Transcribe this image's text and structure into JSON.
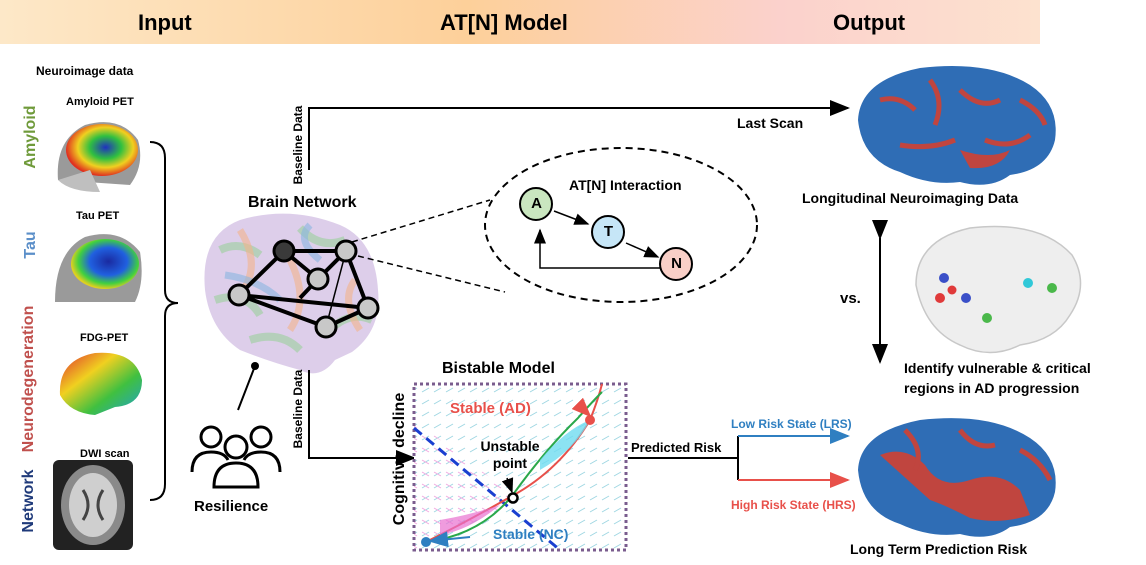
{
  "header": {
    "input": "Input",
    "model": "AT[N] Model",
    "output": "Output"
  },
  "input_panel": {
    "title": "Neuroimage data",
    "modalities": [
      {
        "axis_label": "Amyloid",
        "scan": "Amyloid PET",
        "color": "#6f9a3a"
      },
      {
        "axis_label": "Tau",
        "scan": "Tau PET",
        "color": "#5b8fc9"
      },
      {
        "axis_label": "Neurodegeneration",
        "scan": "FDG-PET",
        "color": "#c0504d"
      },
      {
        "axis_label": "Network",
        "scan": "DWI scan",
        "color": "#1f3a7a"
      }
    ]
  },
  "brain_network": {
    "title": "Brain Network"
  },
  "resilience": {
    "label": "Resilience"
  },
  "baseline_top": "Baseline Data",
  "baseline_bottom": "Baseline Data",
  "last_scan": "Last Scan",
  "interaction": {
    "title": "AT[N] Interaction",
    "nodes": [
      {
        "label": "A",
        "color": "#c9e6bf"
      },
      {
        "label": "T",
        "color": "#c6e6f7"
      },
      {
        "label": "N",
        "color": "#f9cfc7"
      }
    ]
  },
  "bistable": {
    "title": "Bistable Model",
    "ylabel": "Cognitive decline",
    "stable_ad": "Stable (AD)",
    "unstable_line1": "Unstable",
    "unstable_line2": "point",
    "stable_nc": "Stable (NC)"
  },
  "predicted_risk": "Predicted Risk",
  "lrs": "Low Risk State (LRS)",
  "hrs": "High Risk State (HRS)",
  "output": {
    "longitudinal": "Longitudinal Neuroimaging Data",
    "vs": "vs.",
    "identify_line1": "Identify vulnerable & critical",
    "identify_line2": "regions in AD progression",
    "long_term": "Long Term Prediction Risk"
  },
  "colors": {
    "ad_red": "#e8504a",
    "nc_blue": "#2f7fc1",
    "brain_blue": "#2f6db5",
    "brain_red": "#c0453f"
  }
}
